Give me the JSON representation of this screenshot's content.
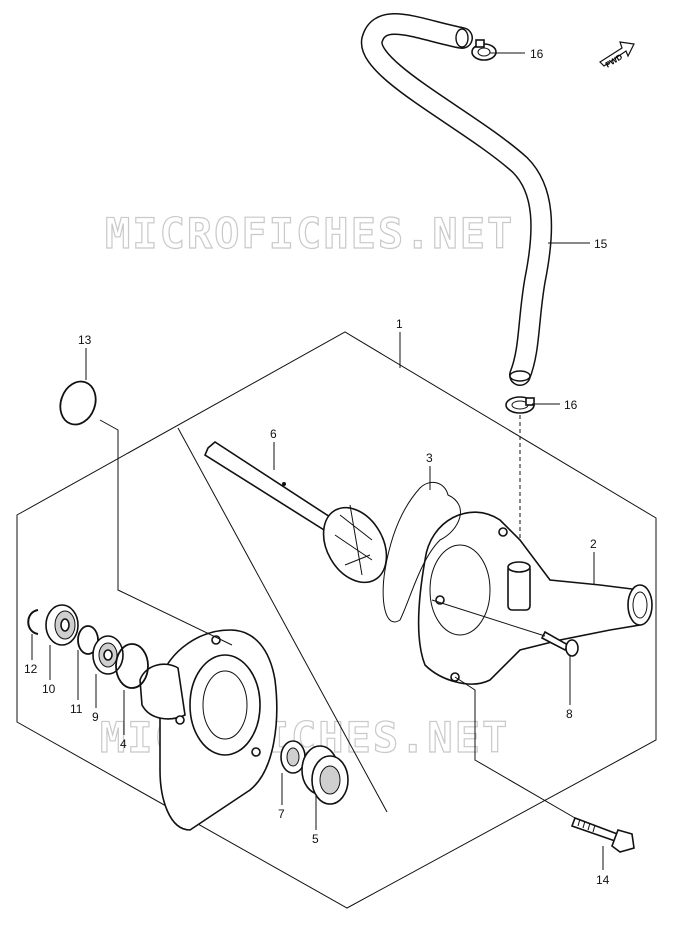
{
  "watermark": "MICROFICHES.NET",
  "fwd_label": "FWD",
  "callouts": {
    "c1": "1",
    "c2": "2",
    "c3": "3",
    "c4": "4",
    "c5": "5",
    "c6": "6",
    "c7": "7",
    "c8": "8",
    "c9": "9",
    "c10": "10",
    "c11": "11",
    "c12": "12",
    "c13": "13",
    "c14": "14",
    "c15": "15",
    "c16a": "16",
    "c16b": "16"
  }
}
